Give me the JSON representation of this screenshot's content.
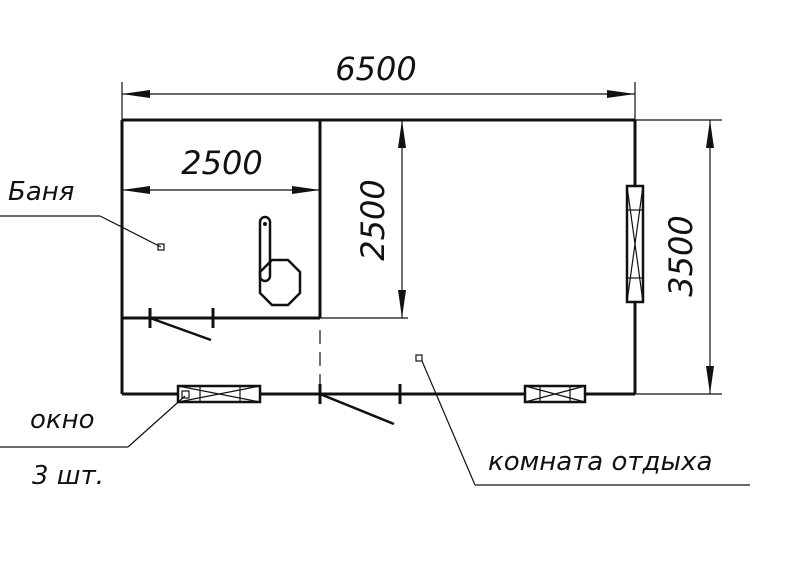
{
  "dimensions": {
    "overall_width": "6500",
    "sauna_width": "2500",
    "sauna_depth": "2500",
    "overall_depth": "3500"
  },
  "labels": {
    "sauna": "Баня",
    "window_line1": "окно",
    "window_line2": "3 шт.",
    "rest_room": "комната отдыха"
  }
}
